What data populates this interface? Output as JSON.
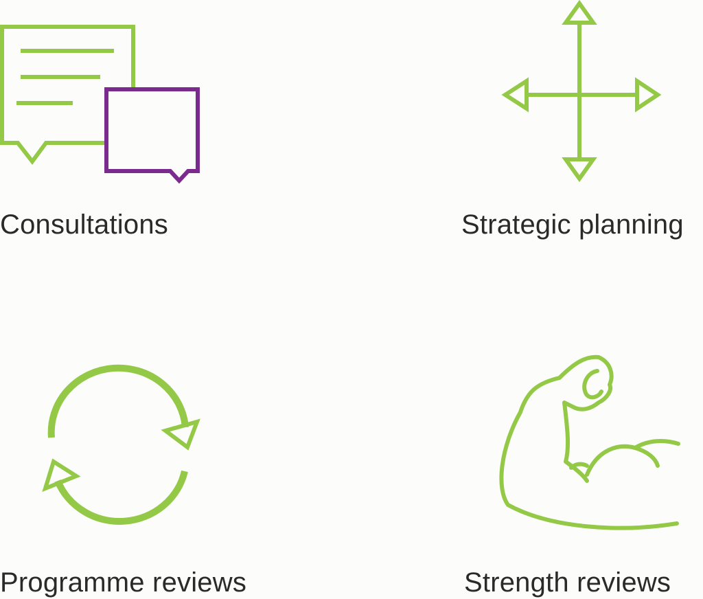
{
  "colors": {
    "green": "#94c947",
    "purple": "#7b2a8e",
    "text": "#2a2a2a",
    "background": "#fcfdfb"
  },
  "items": [
    {
      "label": "Consultations",
      "icon": "speech-bubbles-icon"
    },
    {
      "label": "Strategic planning",
      "icon": "four-way-arrows-icon"
    },
    {
      "label": "Programme reviews",
      "icon": "circular-arrows-icon"
    },
    {
      "label": "Strength reviews",
      "icon": "flexed-arm-icon"
    }
  ]
}
